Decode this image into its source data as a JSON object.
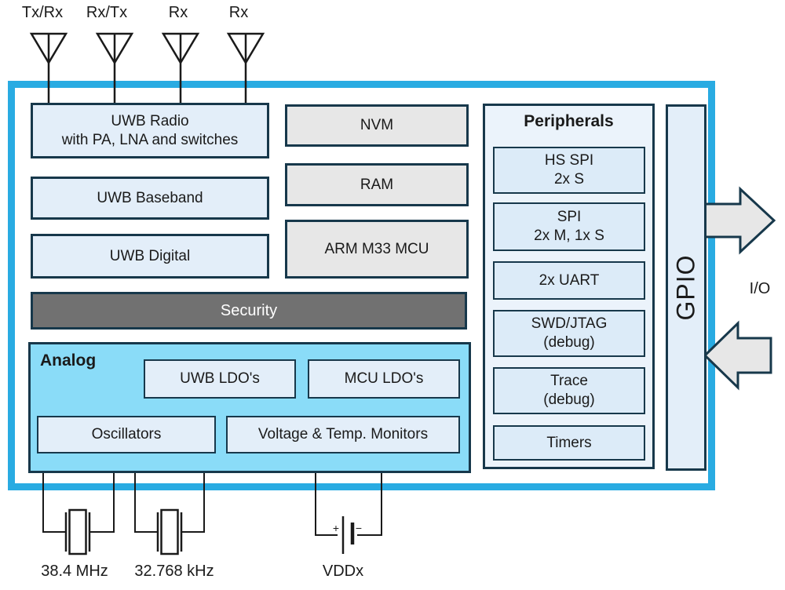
{
  "antennas": [
    {
      "label": "Tx/Rx"
    },
    {
      "label": "Rx/Tx"
    },
    {
      "label": "Rx"
    },
    {
      "label": "Rx"
    }
  ],
  "blocks": {
    "uwb_radio": {
      "line1": "UWB Radio",
      "line2": "with PA, LNA and switches"
    },
    "uwb_baseband": "UWB Baseband",
    "uwb_digital": "UWB Digital",
    "security": "Security",
    "nvm": "NVM",
    "ram": "RAM",
    "mcu": "ARM M33 MCU"
  },
  "analog": {
    "title": "Analog",
    "uwb_ldos": "UWB LDO's",
    "mcu_ldos": "MCU LDO's",
    "oscillators": "Oscillators",
    "monitors": "Voltage & Temp. Monitors"
  },
  "peripherals": {
    "title": "Peripherals",
    "items": [
      {
        "line1": "HS SPI",
        "line2": "2x S"
      },
      {
        "line1": "SPI",
        "line2": "2x M, 1x S"
      },
      {
        "line1": "2x UART"
      },
      {
        "line1": "SWD/JTAG",
        "line2": "(debug)"
      },
      {
        "line1": "Trace",
        "line2": "(debug)"
      },
      {
        "line1": "Timers"
      }
    ]
  },
  "gpio_label": "GPIO",
  "io_label": "I/O",
  "bottom": {
    "crystal1_label": "38.4 MHz",
    "crystal2_label": "32.768 kHz",
    "supply_label": "VDDx",
    "plus": "+",
    "minus": "−"
  },
  "icons": {
    "antenna": "antenna-icon",
    "crystal": "crystal-icon",
    "battery": "battery-icon",
    "arrow_out": "io-output-arrow-icon",
    "arrow_in": "io-input-arrow-icon"
  },
  "colors": {
    "chip_outline": "#29abe2",
    "block_border": "#17384b",
    "light_blue_fill": "#e3eef9",
    "panel_fill": "#ebf3fb",
    "panel_item_fill": "#dcebf8",
    "gray_fill": "#e7e7e7",
    "security_fill": "#717171",
    "analog_fill": "#8adcf8",
    "line": "#1a1a1a"
  }
}
